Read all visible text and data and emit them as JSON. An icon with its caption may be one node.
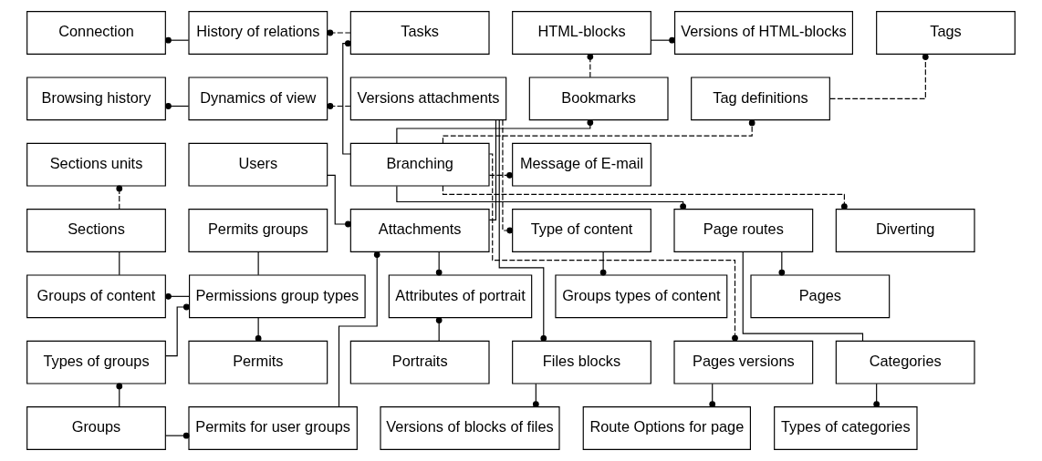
{
  "diagram": {
    "nodes": [
      {
        "text": [
          "Connection"
        ]
      },
      {
        "text": [
          "History of relations"
        ]
      },
      {
        "text": [
          "Tasks"
        ]
      },
      {
        "text": [
          "HTML-blocks"
        ]
      },
      {
        "text": [
          "Versions of HTML-blocks"
        ]
      },
      {
        "text": [
          "Tags"
        ]
      },
      {
        "text": [
          "Browsing history"
        ]
      },
      {
        "text": [
          "Dynamics of view"
        ]
      },
      {
        "text": [
          "Versions attachments"
        ]
      },
      {
        "text": [
          "Bookmarks"
        ]
      },
      {
        "text": [
          "Tag definitions"
        ]
      },
      {
        "text": [
          "Sections units"
        ]
      },
      {
        "text": [
          "Users"
        ]
      },
      {
        "text": [
          "Branching"
        ]
      },
      {
        "text": [
          "Message of E-mail"
        ]
      },
      {
        "text": [
          "Sections"
        ]
      },
      {
        "text": [
          "Permits groups"
        ]
      },
      {
        "text": [
          "Attachments"
        ]
      },
      {
        "text": [
          "Type of content"
        ]
      },
      {
        "text": [
          "Page routes"
        ]
      },
      {
        "text": [
          "Diverting"
        ]
      },
      {
        "text": [
          "Groups of content"
        ]
      },
      {
        "text": [
          "Permissions group types"
        ]
      },
      {
        "text": [
          "Attributes of portrait"
        ]
      },
      {
        "text": [
          "Groups types of content"
        ]
      },
      {
        "text": [
          "Pages"
        ]
      },
      {
        "text": [
          "Types of groups"
        ]
      },
      {
        "text": [
          "Permits"
        ]
      },
      {
        "text": [
          "Portraits"
        ]
      },
      {
        "text": [
          "Files blocks"
        ]
      },
      {
        "text": [
          "Pages versions"
        ]
      },
      {
        "text": [
          "Categories"
        ]
      },
      {
        "text": [
          "Groups"
        ]
      },
      {
        "text": [
          "Permits for user groups"
        ]
      },
      {
        "text": [
          "Versions of blocks of files"
        ]
      },
      {
        "text": [
          "Route Options for page"
        ]
      },
      {
        "text": [
          "Types of categories"
        ]
      }
    ],
    "edges": [
      {
        "from": 1,
        "to": 0,
        "arrow": "other"
      },
      {
        "from": 2,
        "to": 1,
        "arrow": "other",
        "style": "dashed"
      },
      {
        "from": 13,
        "to": 2,
        "arrow": "other"
      },
      {
        "from": 3,
        "to": 4,
        "arrow": "other"
      },
      {
        "from": 9,
        "to": 3,
        "arrow": "other",
        "style": "dashed"
      },
      {
        "from": 10,
        "to": 5,
        "arrow": "other",
        "style": "dashed"
      },
      {
        "from": 7,
        "to": 6,
        "arrow": "other"
      },
      {
        "from": 8,
        "to": 7,
        "arrow": "other",
        "style": "dashed"
      },
      {
        "from": 8,
        "to": 18,
        "arrow": "other",
        "style": "dashed"
      },
      {
        "from": 8,
        "to": 29,
        "arrow": "other"
      },
      {
        "from": 8,
        "to": 17,
        "arrow": "none"
      },
      {
        "from": 12,
        "to": 17,
        "arrow": "other"
      },
      {
        "from": 33,
        "to": 17,
        "arrow": "other"
      },
      {
        "from": 17,
        "to": 23,
        "arrow": "other"
      },
      {
        "from": 28,
        "to": 23,
        "arrow": "other"
      },
      {
        "from": 15,
        "to": 11,
        "arrow": "other",
        "style": "dashed"
      },
      {
        "from": 15,
        "to": 21,
        "arrow": "none"
      },
      {
        "from": 22,
        "to": 21,
        "arrow": "other"
      },
      {
        "from": 16,
        "to": 22,
        "arrow": "none"
      },
      {
        "from": 26,
        "to": 22,
        "arrow": "other"
      },
      {
        "from": 22,
        "to": 27,
        "arrow": "other"
      },
      {
        "from": 32,
        "to": 26,
        "arrow": "other"
      },
      {
        "from": 32,
        "to": 33,
        "arrow": "other"
      },
      {
        "from": 13,
        "to": 9,
        "arrow": "other"
      },
      {
        "from": 13,
        "to": 10,
        "arrow": "other",
        "style": "dashed"
      },
      {
        "from": 13,
        "to": 14,
        "arrow": "other",
        "style": "dashed"
      },
      {
        "from": 13,
        "to": 20,
        "arrow": "other",
        "style": "dashed"
      },
      {
        "from": 13,
        "to": 19,
        "arrow": "other"
      },
      {
        "from": 13,
        "to": 30,
        "arrow": "other",
        "style": "dashed"
      },
      {
        "from": 19,
        "to": 25,
        "arrow": "other"
      },
      {
        "from": 19,
        "to": 31,
        "arrow": "none"
      },
      {
        "from": 18,
        "to": 24,
        "arrow": "other"
      },
      {
        "from": 29,
        "to": 34,
        "arrow": "other"
      },
      {
        "from": 30,
        "to": 35,
        "arrow": "other"
      },
      {
        "from": 31,
        "to": 36,
        "arrow": "other"
      }
    ]
  }
}
